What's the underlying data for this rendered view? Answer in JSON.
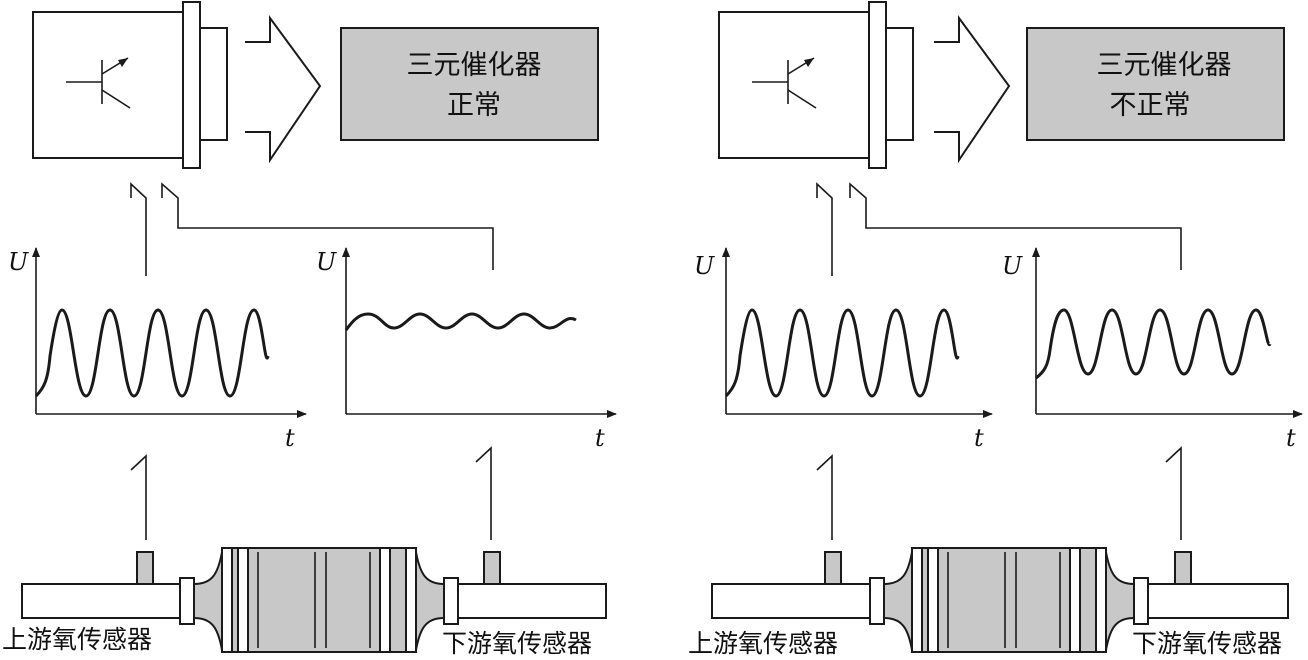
{
  "panels": [
    {
      "status_title": "三元催化器",
      "status_text": "正常",
      "upstream_label": "上游氧传感器",
      "downstream_label": "下游氧传感器",
      "upstream_axis": {
        "y": "U",
        "x": "t"
      },
      "downstream_axis": {
        "y": "U",
        "x": "t"
      },
      "upstream_signal": "high-amplitude oscillation",
      "downstream_signal": "low-amplitude oscillation"
    },
    {
      "status_title": "三元催化器",
      "status_text": "不正常",
      "upstream_label": "上游氧传感器",
      "downstream_label": "下游氧传感器",
      "upstream_axis": {
        "y": "U",
        "x": "t"
      },
      "downstream_axis": {
        "y": "U",
        "x": "t"
      },
      "upstream_signal": "high-amplitude oscillation",
      "downstream_signal": "high-amplitude oscillation"
    }
  ]
}
